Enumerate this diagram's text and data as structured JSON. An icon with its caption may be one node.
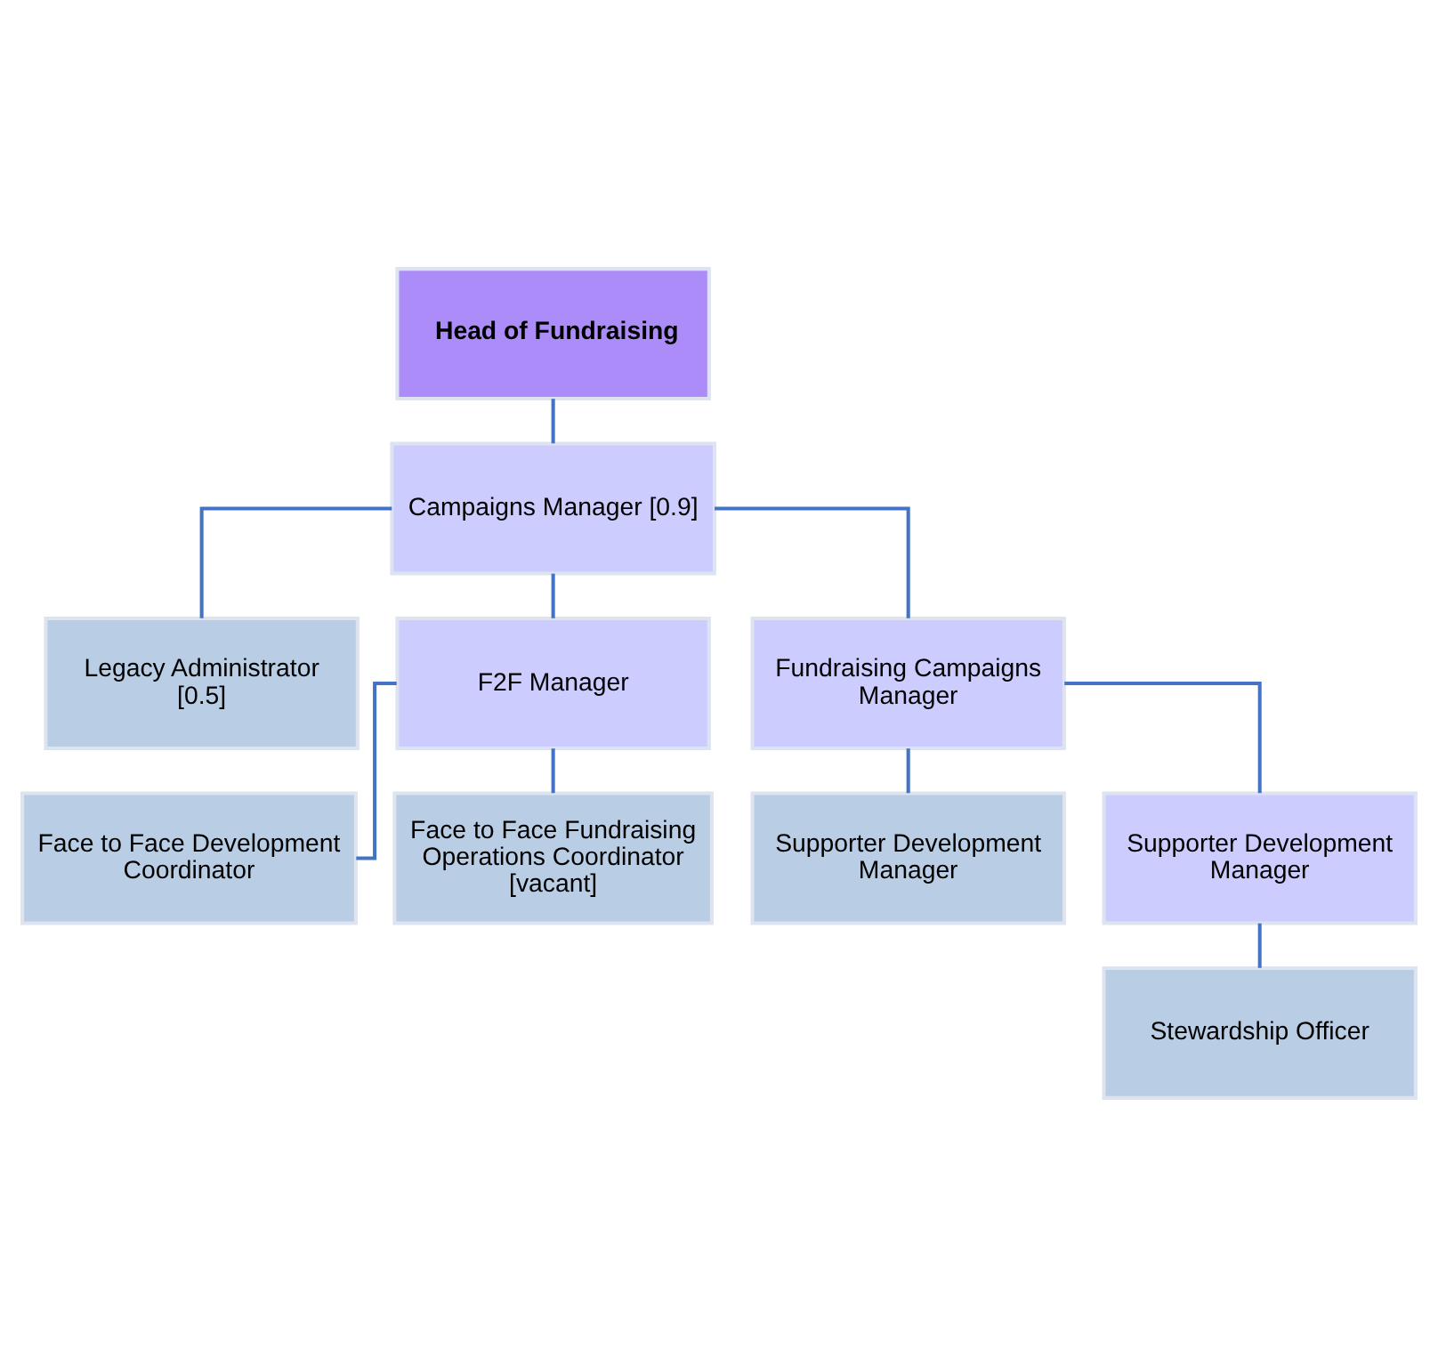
{
  "diagram": {
    "nodes": [
      {
        "text": [
          "Head of Fundraising"
        ]
      },
      {
        "text": [
          "Campaigns Manager [0.9]"
        ]
      },
      {
        "text": [
          "Legacy Administrator [0.5]"
        ]
      },
      {
        "text": [
          "F2F Manager"
        ]
      },
      {
        "text": [
          "Fundraising Campaigns Manager"
        ]
      },
      {
        "text": [
          "Face to Face Development Coordinator"
        ]
      },
      {
        "text": [
          "Face to Face Fundraising Operations Coordinator [vacant]"
        ]
      },
      {
        "text": [
          "Supporter Development Manager"
        ]
      },
      {
        "text": [
          "Supporter Development Manager"
        ]
      },
      {
        "text": [
          "Stewardship Officer"
        ]
      }
    ],
    "edges": [
      {
        "from": 0,
        "to": 1,
        "arrow": "none"
      },
      {
        "from": 1,
        "to": 2,
        "arrow": "none"
      },
      {
        "from": 1,
        "to": 3,
        "arrow": "none"
      },
      {
        "from": 1,
        "to": 4,
        "arrow": "none"
      },
      {
        "from": 3,
        "to": 5,
        "arrow": "none"
      },
      {
        "from": 3,
        "to": 6,
        "arrow": "none"
      },
      {
        "from": 4,
        "to": 7,
        "arrow": "none"
      },
      {
        "from": 4,
        "to": 8,
        "arrow": "none"
      },
      {
        "from": 8,
        "to": 9,
        "arrow": "none"
      }
    ]
  }
}
